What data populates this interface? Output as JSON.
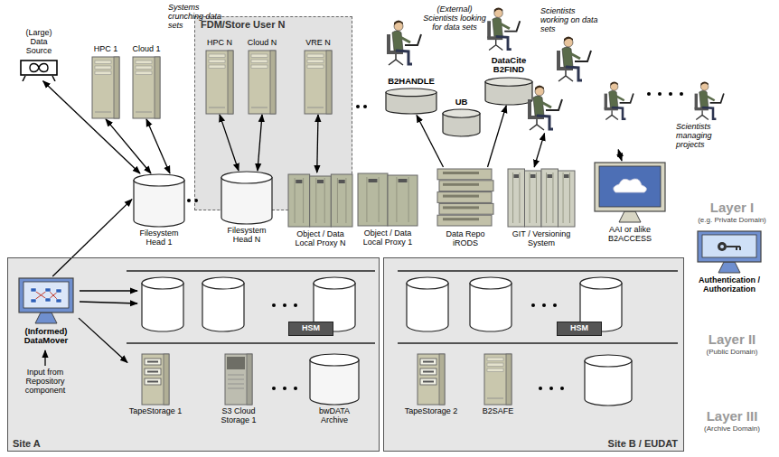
{
  "diagram": {
    "nodes": [
      {
        "text": [
          "Site A"
        ]
      },
      {
        "text": [
          "Site B / EUDAT"
        ]
      },
      {
        "text": [
          "FDM/Store User N"
        ]
      },
      {
        "text": [
          "(Large) Data Source"
        ]
      },
      {
        "text": [
          "HPC 1"
        ]
      },
      {
        "text": [
          "Cloud 1"
        ]
      },
      {
        "text": [
          "HPC N"
        ],
        "in": 2
      },
      {
        "text": [
          "Cloud N"
        ],
        "in": 2
      },
      {
        "text": [
          "VRE N"
        ],
        "in": 2
      },
      {
        "text": [
          "Filesystem Head 1"
        ]
      },
      {
        "text": [
          "Filesystem Head N"
        ],
        "in": 2
      },
      {
        "text": [
          "Object / Data Local Proxy N"
        ],
        "in": 2
      },
      {
        "text": [
          "Object / Data Local Proxy 1"
        ]
      },
      {
        "text": [
          "B2HANDLE"
        ]
      },
      {
        "text": [
          "UB"
        ]
      },
      {
        "text": [
          "DataCite B2FIND"
        ]
      },
      {
        "text": [
          "Data Repo iRODS"
        ]
      },
      {
        "text": [
          "GIT / Versioning System"
        ]
      },
      {
        "text": [
          "AAI or alike B2ACCESS"
        ]
      },
      {
        "text": [
          "Scientists working on data sets"
        ]
      },
      {
        "text": [
          "Scientists managing projects"
        ]
      },
      {
        "text": [
          "Authentication / Authorization"
        ]
      },
      {
        "text": [
          "(Informed) DataMover"
        ],
        "in": 0
      },
      {
        "text": [
          "HSM"
        ],
        "in": 0
      },
      {
        "text": [
          "TapeStorage 1"
        ],
        "in": 0
      },
      {
        "text": [
          "S3 Cloud Storage 1"
        ],
        "in": 0
      },
      {
        "text": [
          "bwDATA Archive"
        ],
        "in": 0
      },
      {
        "text": [
          "HSM"
        ],
        "in": 1
      },
      {
        "text": [
          "TapeStorage 2"
        ],
        "in": 1
      },
      {
        "text": [
          "B2SAFE"
        ],
        "in": 1
      }
    ],
    "edges": [
      {
        "from": 3,
        "to": 9,
        "arrow": "both"
      },
      {
        "from": 4,
        "to": 9,
        "arrow": "both"
      },
      {
        "from": 5,
        "to": 9,
        "arrow": "both"
      },
      {
        "from": 6,
        "to": 10,
        "arrow": "both"
      },
      {
        "from": 7,
        "to": 10,
        "arrow": "both"
      },
      {
        "from": 8,
        "to": 11,
        "arrow": "both"
      },
      {
        "from": 22,
        "to": 9,
        "arrow": "to"
      },
      {
        "from": 16,
        "to": 13,
        "arrow": "to"
      },
      {
        "from": 16,
        "to": 15,
        "arrow": "to"
      },
      {
        "from": 19,
        "to": 17,
        "arrow": "both"
      },
      {
        "from": 20,
        "to": 18,
        "arrow": "both"
      },
      {
        "from": 22,
        "to": 24,
        "arrow": "to"
      }
    ],
    "labels": [
      "Systems crunching data sets",
      "(External) Scientists looking for data sets",
      "Layer I",
      "(e.g. Private Domain)",
      "Layer II",
      "(Public Domain)",
      "Layer III",
      "(Archive Domain)",
      "Input from Repository component"
    ]
  }
}
